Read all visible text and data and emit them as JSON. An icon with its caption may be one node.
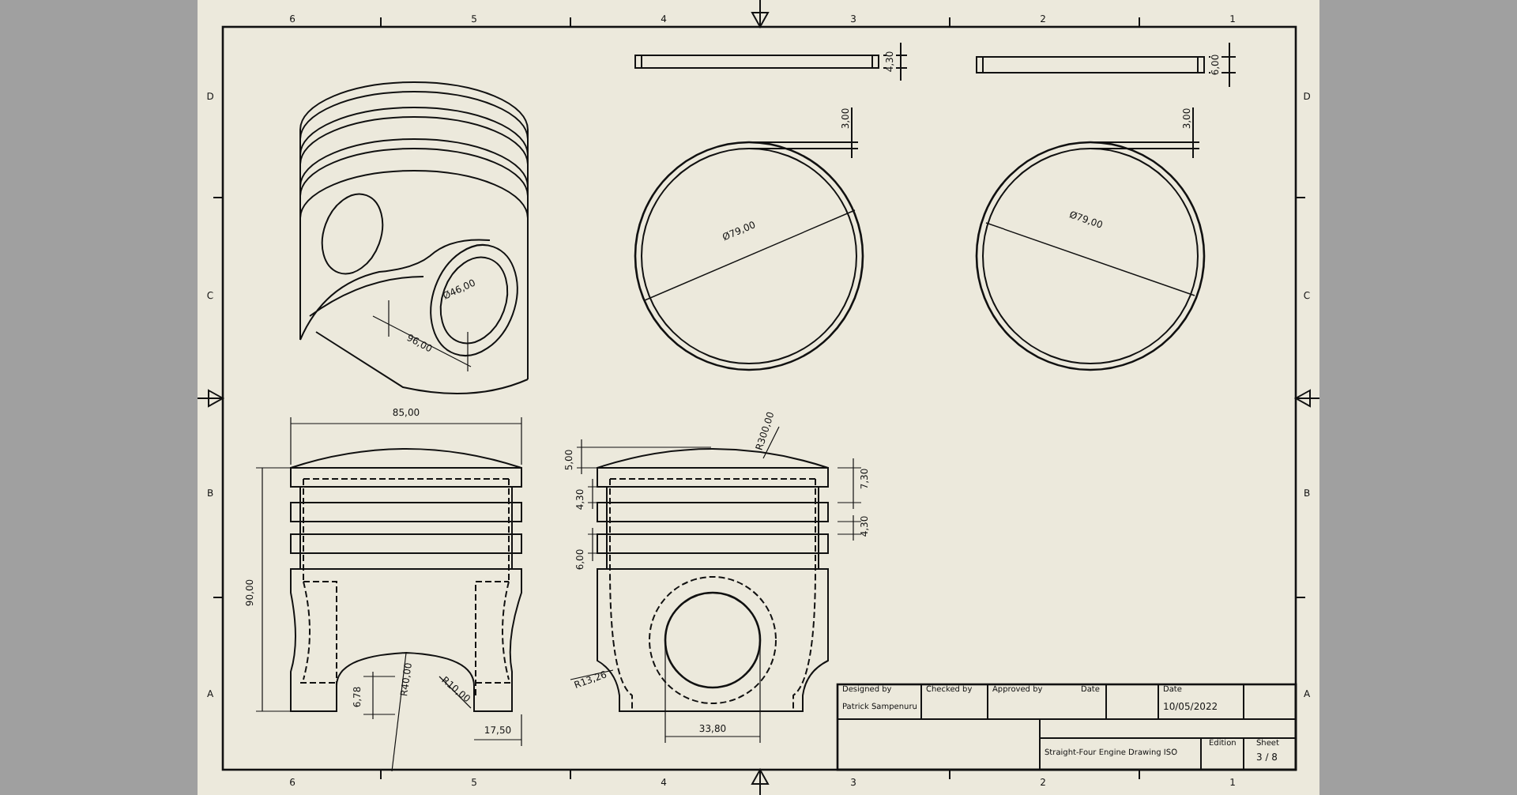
{
  "diagram": {
    "labels": [
      "6",
      "5",
      "4",
      "3",
      "2",
      "1",
      "D",
      "D",
      "C",
      "C",
      "B",
      "B",
      "A",
      "A",
      "4,30",
      "6,00",
      "3,00",
      "3,00",
      "Ø79,00",
      "Ø79,00",
      "Ø46,00",
      "96,00",
      "85,00",
      "5,00",
      "R300,00",
      "7,30",
      "4,30",
      "4,30",
      "6,00",
      "90,00",
      "6,78",
      "R40,00",
      "R10,00",
      "R13,26",
      "17,50",
      "33,80",
      "Designed by",
      "Checked by",
      "Approved by",
      "Date",
      "Date",
      "Patrick Sampenuru",
      "10/05/2022",
      "Straight-Four Engine Drawing ISO",
      "Edition",
      "Sheet",
      "3 / 8",
      "6",
      "5",
      "4",
      "3",
      "2",
      "1"
    ]
  }
}
